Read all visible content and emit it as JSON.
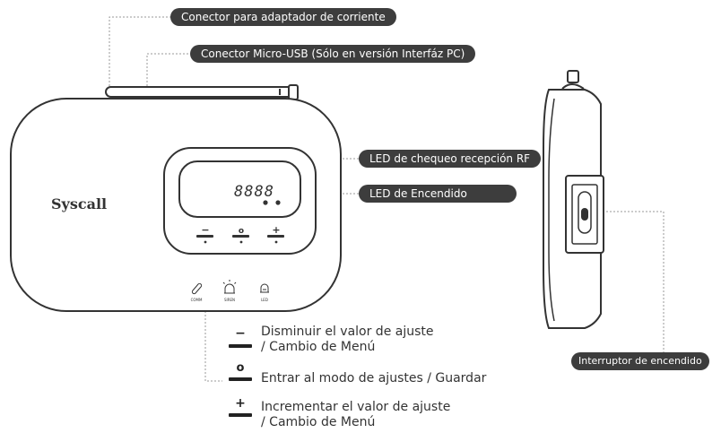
{
  "callouts": {
    "power_connector": "Conector para adaptador de corriente",
    "micro_usb": "Conector Micro-USB (Sólo en versión Interfáz PC)",
    "rf_led": "LED de chequeo recepción RF",
    "power_led": "LED de Encendido",
    "power_switch": "Interruptor de encendido"
  },
  "device": {
    "brand": "Syscall",
    "display_digits": "8888",
    "buttons": {
      "minus": "−",
      "enter": "o",
      "plus": "+"
    },
    "indicators": {
      "comm": "COMM",
      "siren": "SIREN",
      "led": "LED"
    }
  },
  "legend": {
    "items": [
      {
        "symbol": "−",
        "text_line1": "Disminuir el valor de ajuste",
        "text_line2": "/ Cambio de Menú"
      },
      {
        "symbol": "o",
        "text_line1": "Entrar al modo de ajustes / Guardar",
        "text_line2": ""
      },
      {
        "symbol": "+",
        "text_line1": "Incrementar el valor de ajuste",
        "text_line2": "/ Cambio de Menú"
      }
    ]
  }
}
